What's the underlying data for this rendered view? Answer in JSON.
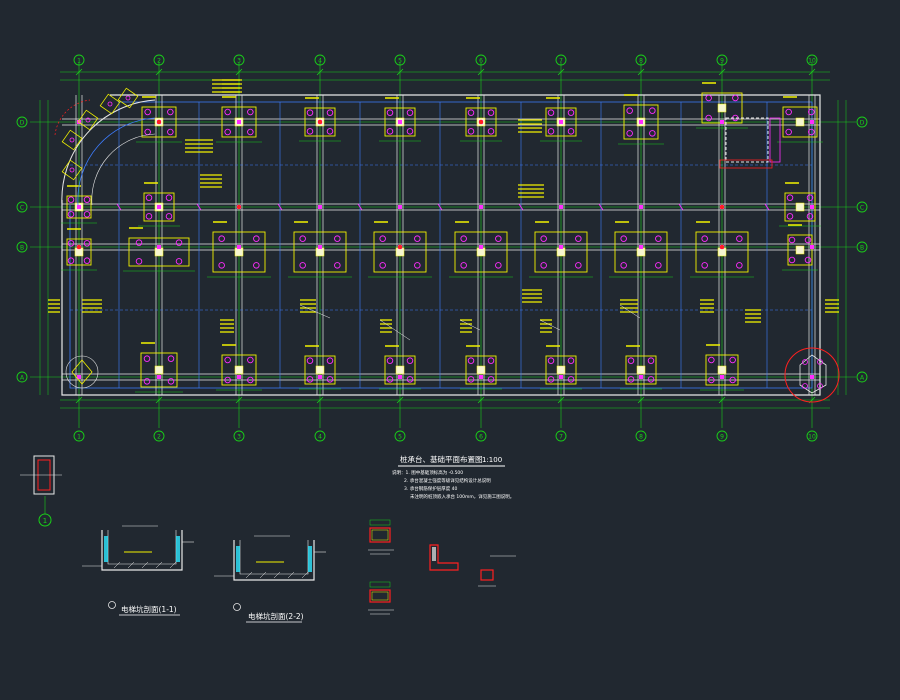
{
  "colors": {
    "background": "#212830",
    "grid_green": "#19d019",
    "beam_white": "#e8e8e8",
    "column_yellow": "#f2f200",
    "pile_magenta": "#ff2cff",
    "pile_red": "#ff2020",
    "accent_blue": "#3d7dff",
    "cyan": "#30e6ff"
  },
  "grid": {
    "col_bubbles": [
      "1",
      "2",
      "3",
      "4",
      "5",
      "6",
      "7",
      "8",
      "9",
      "10"
    ],
    "row_bubbles": [
      "D",
      "C",
      "B",
      "A"
    ]
  },
  "drawing": {
    "title": "桩承台、基础平面布置图",
    "scale": "1:100",
    "notes": [
      "说明：1. 图中基础顶标高为 -0.500",
      "2. 承台混凝土强度等级详见结构设计总说明",
      "3. 承台钢筋保护层厚度 40",
      "未注明的桩顶嵌入承台 100mm，详见施工图说明。"
    ]
  },
  "details": {
    "section_1_label": "电梯坑剖面(1-1)",
    "section_2_label": "电梯坑剖面(2-2)",
    "bubble_1": "1"
  }
}
